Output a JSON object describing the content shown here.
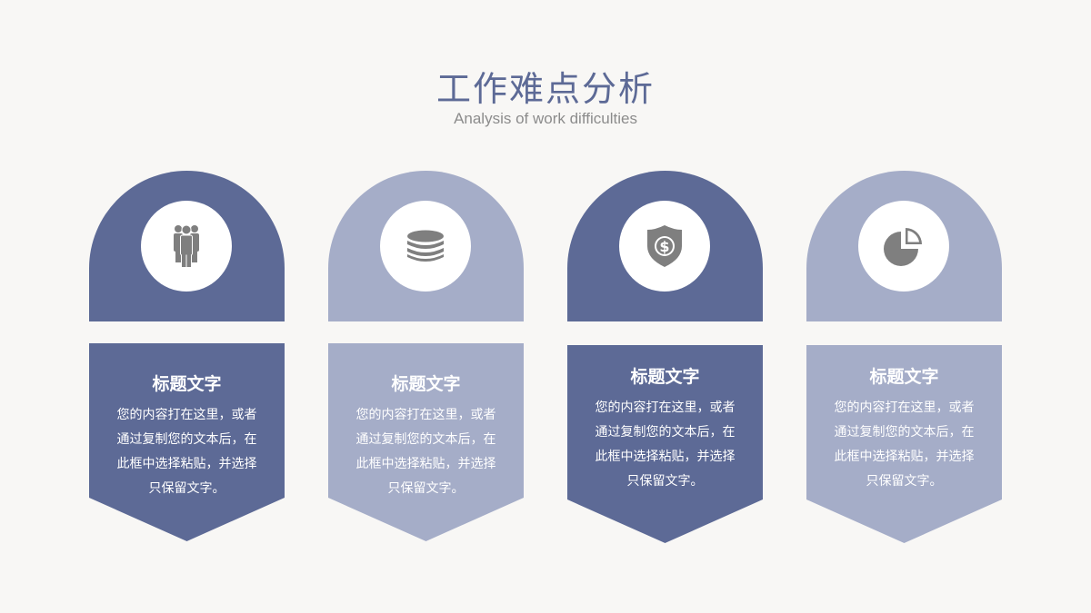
{
  "header": {
    "title": "工作难点分析",
    "subtitle": "Analysis of work difficulties"
  },
  "colors": {
    "dark": "#5d6a96",
    "light": "#a5adc8",
    "background": "#f8f7f5",
    "icon": "#7f7f7f"
  },
  "cards": [
    {
      "icon": "people-group-icon",
      "variant": "dark",
      "title": "标题文字",
      "lines": [
        "您的内容打在这里，或者",
        "通过复制您的文本后，在",
        "此框中选择粘贴，并选择",
        "只保留文字。"
      ]
    },
    {
      "icon": "database-coins-icon",
      "variant": "light",
      "title": "标题文字",
      "lines": [
        "您的内容打在这里，或者",
        "通过复制您的文本后，在",
        "此框中选择粘贴，并选择",
        "只保留文字。"
      ]
    },
    {
      "icon": "shield-dollar-icon",
      "variant": "dark",
      "title": "标题文字",
      "lines": [
        "您的内容打在这里，或者",
        "通过复制您的文本后，在",
        "此框中选择粘贴，并选择",
        "只保留文字。"
      ]
    },
    {
      "icon": "pie-chart-icon",
      "variant": "light",
      "title": "标题文字",
      "lines": [
        "您的内容打在这里，或者",
        "通过复制您的文本后，在",
        "此框中选择粘贴，并选择",
        "只保留文字。"
      ]
    }
  ]
}
